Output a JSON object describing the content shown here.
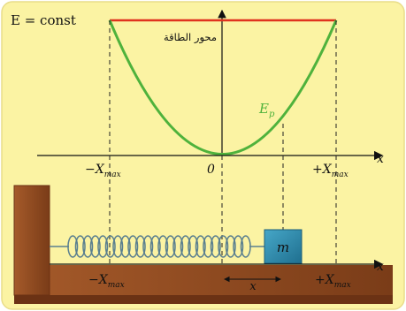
{
  "labels": {
    "energy_line": "E = const",
    "axis_caption": "محور الطاقة",
    "curve_label_main": "E",
    "curve_label_sub": "p",
    "x_axis_top": "x",
    "x_axis_bottom": "x",
    "tick_neg_main": "−X",
    "tick_neg_sub": "max",
    "tick_zero": "0",
    "tick_pos_main": "+X",
    "tick_pos_sub": "max",
    "bottom_neg_main": "−X",
    "bottom_neg_sub": "max",
    "bottom_pos_main": "+X",
    "bottom_pos_sub": "max",
    "mass_label": "m",
    "displacement_label": "x"
  },
  "colors": {
    "background": "#fbf3a3",
    "energy_line": "#e0321e",
    "parabola": "#4fb23c",
    "wall": "#8e4a22",
    "mass": "#2f8fb0",
    "spring": "#5a7f8f",
    "axis": "#111111"
  }
}
